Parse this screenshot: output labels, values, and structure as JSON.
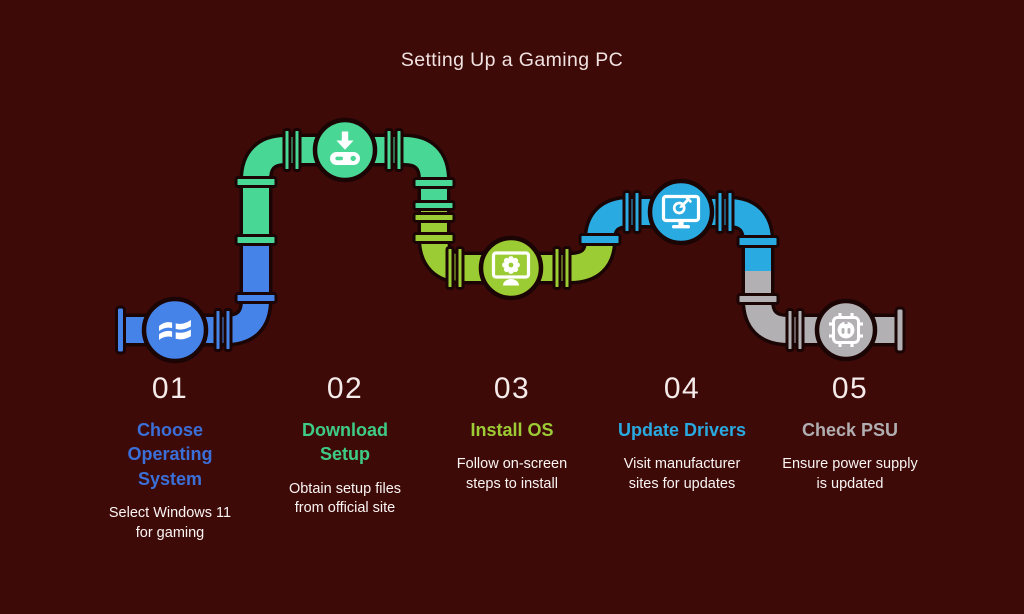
{
  "title": "Setting Up a Gaming PC",
  "colors": {
    "background": "#3E0A08",
    "pipe_outline": "#1A0404",
    "icon": "#FFFFFF",
    "title_text": "#F0E2E0",
    "number_text": "#F4EBEA",
    "body_text": "#FAF4F3"
  },
  "steps": [
    {
      "number": "01",
      "heading": "Choose\nOperating\nSystem",
      "body": "Select Windows 11\nfor gaming",
      "accent": "#4583E8",
      "heading_color": "#3B6FD8",
      "icon": "windows-logo"
    },
    {
      "number": "02",
      "heading": "Download\nSetup",
      "body": "Obtain setup files\nfrom official site",
      "accent": "#48D795",
      "heading_color": "#3ECC84",
      "icon": "download-drive"
    },
    {
      "number": "03",
      "heading": "Install OS",
      "body": "Follow on-screen\nsteps to install",
      "accent": "#9CCC33",
      "heading_color": "#9CCB35",
      "icon": "monitor-gear"
    },
    {
      "number": "04",
      "heading": "Update Drivers",
      "body": "Visit manufacturer\nsites for updates",
      "accent": "#29ABE2",
      "heading_color": "#29A9E0",
      "icon": "monitor-dart"
    },
    {
      "number": "05",
      "heading": "Check PSU",
      "body": "Ensure power supply\nis updated",
      "accent": "#B3B0B3",
      "heading_color": "#B1AEB1",
      "icon": "chip-plug"
    }
  ]
}
